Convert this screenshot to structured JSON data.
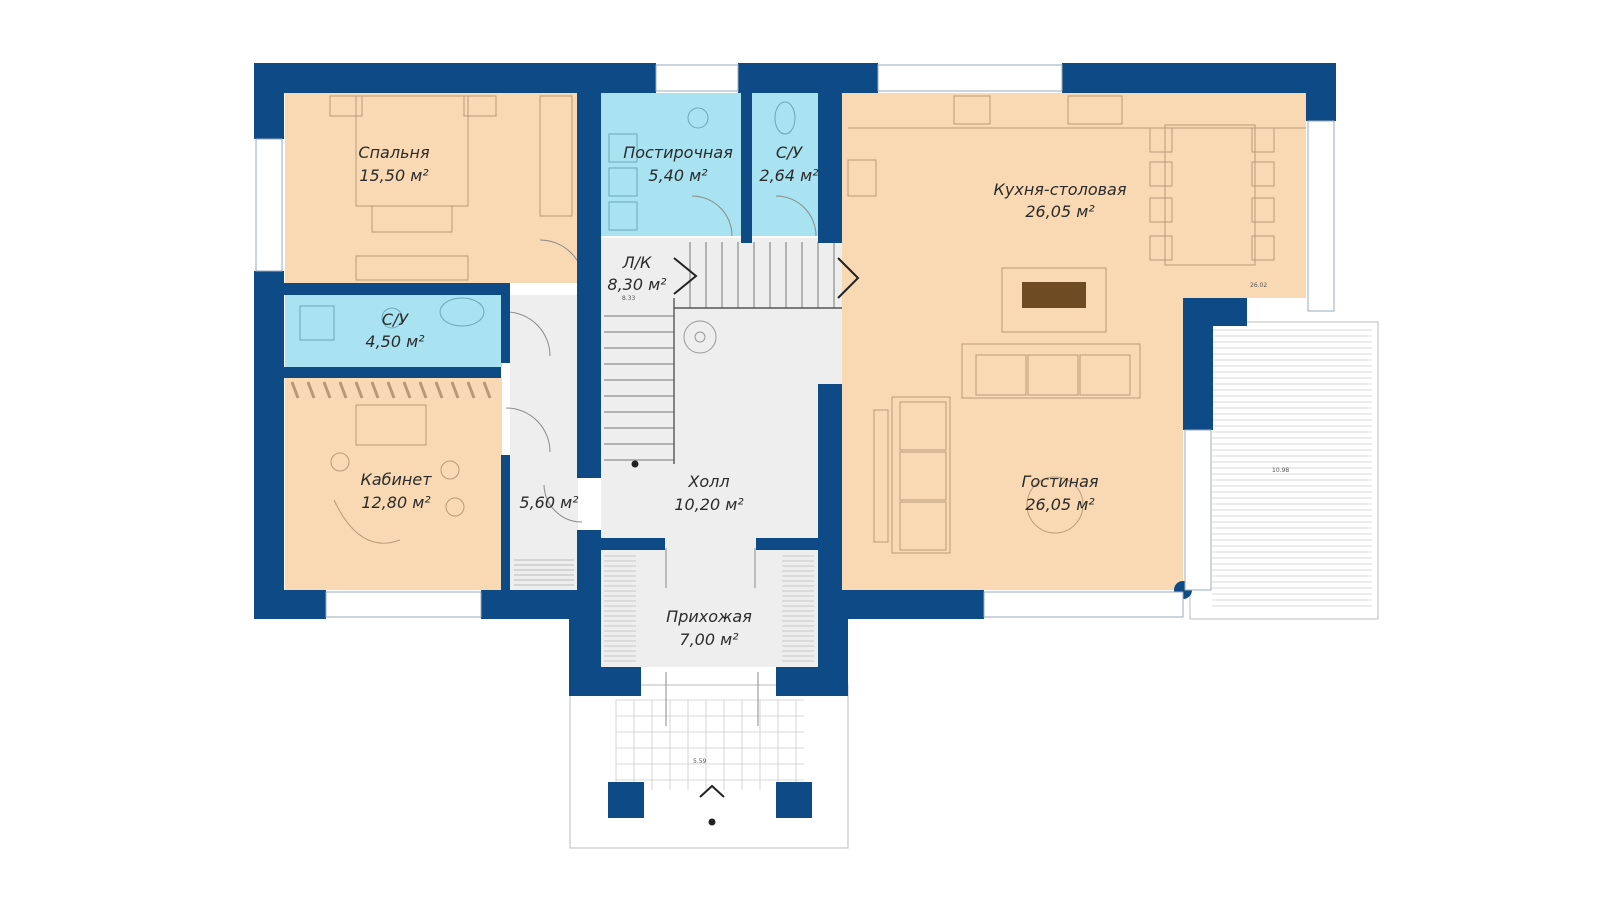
{
  "rooms": {
    "bedroom": {
      "name": "Спальня",
      "area": "15,50 м²"
    },
    "boiler": {
      "name": "Постирочная",
      "area": "5,40 м²"
    },
    "wc_small": {
      "name": "С/У",
      "area": "2,64 м²"
    },
    "kitchen": {
      "name": "Кухня-столовая",
      "area": "26,05 м²"
    },
    "stairs": {
      "name": "Л/К",
      "area": "8,30 м²"
    },
    "bath": {
      "name": "С/У",
      "area": "4,50 м²"
    },
    "office": {
      "name": "Кабинет",
      "area": "12,80 м²"
    },
    "corridor": {
      "name": "",
      "area": "5,60 м²"
    },
    "hall": {
      "name": "Холл",
      "area": "10,20 м²"
    },
    "living": {
      "name": "Гостиная",
      "area": "26,05 м²"
    },
    "entrance": {
      "name": "Прихожая",
      "area": "7,00 м²"
    }
  },
  "small_labels": {
    "stairs_dim": "8.33",
    "kitchen_dim": "26.02",
    "terrace_dim": "10.98",
    "porch_dim": "5.59"
  },
  "colors": {
    "wall": "#0e4a85",
    "living_zone": "#f9d9b3",
    "wet_zone": "#a9e2f0",
    "circulation": "#eeeeee"
  }
}
